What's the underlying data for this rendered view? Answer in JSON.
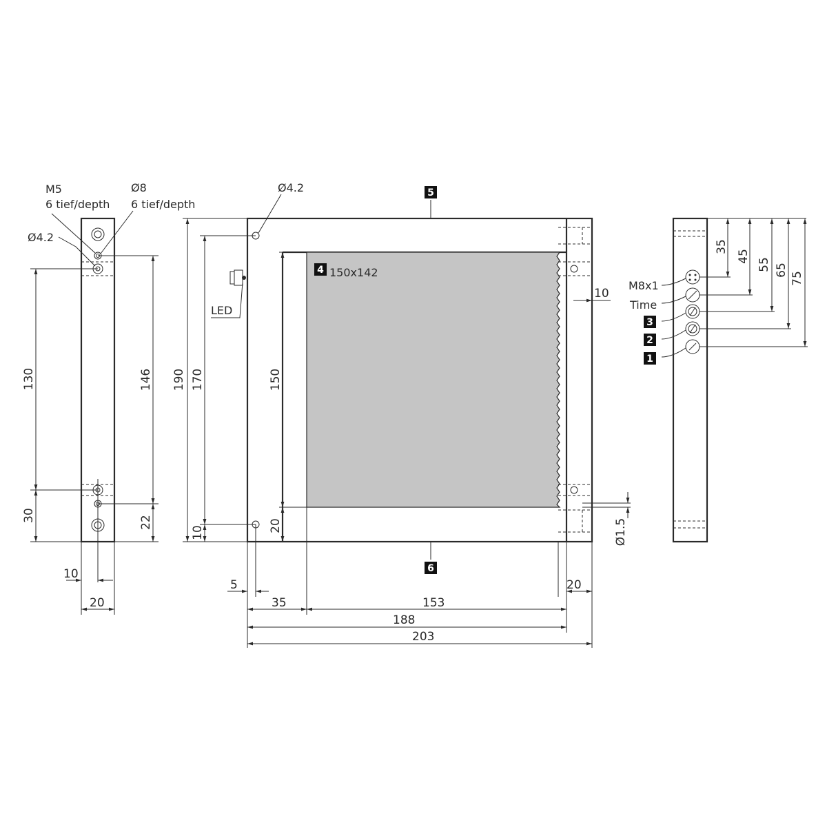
{
  "left_view": {
    "callout_m5": "M5",
    "callout_m5_depth": "6 tief/depth",
    "callout_d8": "Ø8",
    "callout_d8_depth": "6 tief/depth",
    "callout_d42": "Ø4.2",
    "dim_130": "130",
    "dim_146": "146",
    "dim_30": "30",
    "dim_22": "22",
    "dim_10": "10",
    "dim_20": "20"
  },
  "front_view": {
    "callout_d42": "Ø4.2",
    "led_label": "LED",
    "window_label": "150x142",
    "dim_190": "190",
    "dim_170": "170",
    "dim_150": "150",
    "dim_20_left": "20",
    "dim_10_left": "10",
    "dim_10_right": "10",
    "dim_d15": "Ø1.5",
    "dim_5": "5",
    "dim_35": "35",
    "dim_153": "153",
    "dim_188": "188",
    "dim_203": "203",
    "dim_20_right": "20"
  },
  "right_view": {
    "label_m8x1": "M8x1",
    "label_time": "Time",
    "dim_35": "35",
    "dim_45": "45",
    "dim_55": "55",
    "dim_65": "65",
    "dim_75": "75"
  },
  "badges": {
    "b1": "1",
    "b2": "2",
    "b3": "3",
    "b4": "4",
    "b5": "5",
    "b6": "6"
  }
}
